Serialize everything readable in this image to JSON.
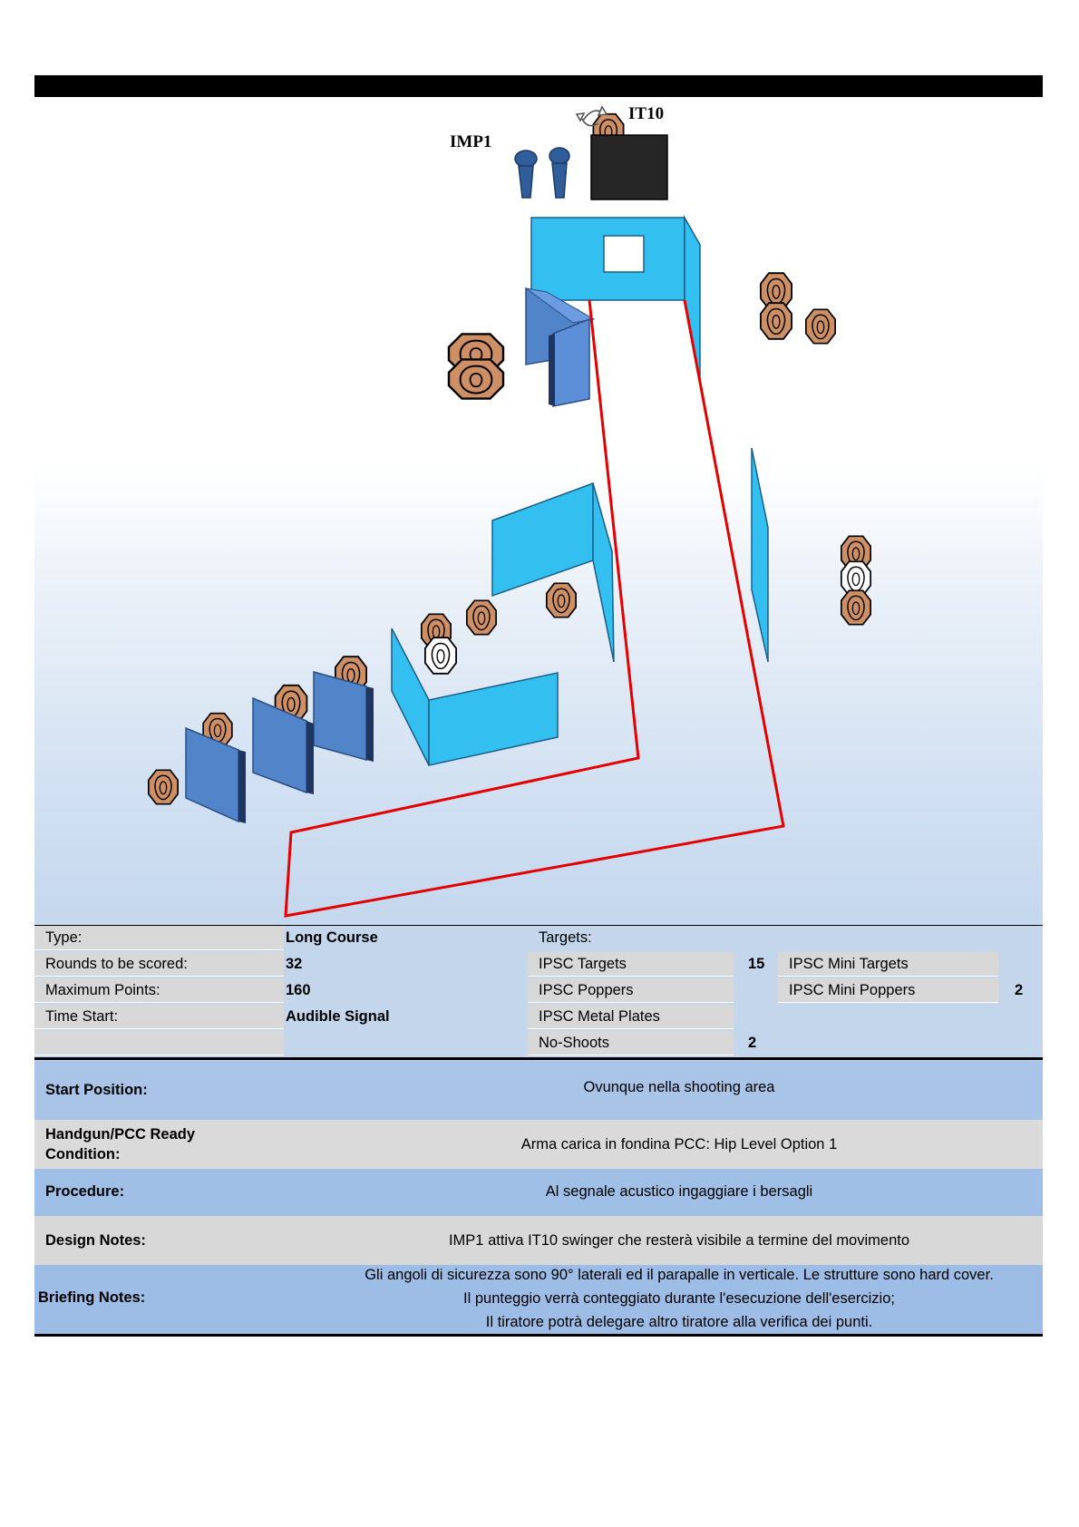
{
  "diagram": {
    "labels": {
      "imp1": "IMP1",
      "it10": "IT10"
    },
    "colors": {
      "wall_light": "#33bff0",
      "wall_dark": "#4f7ec2",
      "target": "#cd8f63",
      "popper": "#2f5e9a",
      "fault_line": "#e30000",
      "bar": "#000000"
    }
  },
  "info": {
    "type_label": "Type:",
    "type_value": "Long Course",
    "rounds_label": "Rounds to be scored:",
    "rounds_value": "32",
    "max_label": "Maximum Points:",
    "max_value": "160",
    "time_label": "Time Start:",
    "time_value": "Audible Signal",
    "targets_label": "Targets:",
    "ipsc_targets_label": "IPSC Targets",
    "ipsc_targets_value": "15",
    "ipsc_poppers_label": "IPSC Poppers",
    "ipsc_metal_label": "IPSC Metal Plates",
    "no_shoots_label": "No-Shoots",
    "no_shoots_value": "2",
    "mini_targets_label": "IPSC Mini Targets",
    "mini_poppers_label": "IPSC Mini Poppers",
    "mini_poppers_value": "2"
  },
  "notes": {
    "start_label": "Start Position:",
    "start_value": "Ovunque nella shooting area",
    "ready_label_1": "Handgun/PCC Ready",
    "ready_label_2": "Condition:",
    "ready_value": "Arma carica in fondina PCC: Hip Level Option 1",
    "procedure_label": "Procedure:",
    "procedure_value": "Al segnale acustico ingaggiare i bersagli",
    "design_label": "Design Notes:",
    "design_value": "IMP1 attiva IT10 swinger che resterà visibile a termine del movimento",
    "briefing_label": "Briefing Notes:",
    "briefing_1": "Gli angoli di sicurezza sono 90° laterali ed il parapalle in verticale. Le strutture sono hard cover.",
    "briefing_2": "Il punteggio verrà conteggiato durante l'esecuzione dell'esercizio;",
    "briefing_3": "Il tiratore potrà delegare altro tiratore alla verifica dei punti."
  }
}
